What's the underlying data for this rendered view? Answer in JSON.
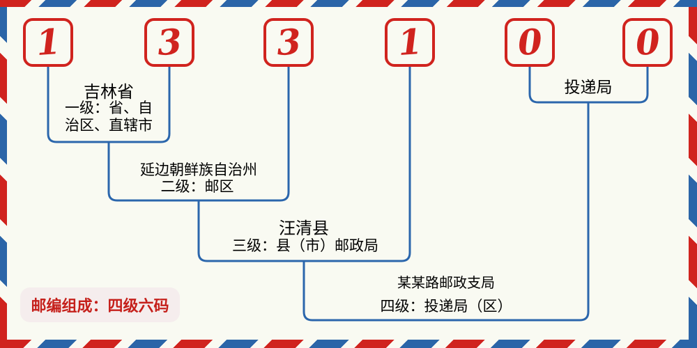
{
  "postal_code": {
    "value": "133100",
    "digits": [
      "1",
      "3",
      "3",
      "1",
      "0",
      "0"
    ]
  },
  "annotations": {
    "level1": {
      "region": "吉林省",
      "desc_lines": [
        "一级：省、自",
        "治区、直辖市"
      ],
      "description": "一级：省、自治区、直辖市"
    },
    "level2": {
      "region": "延边朝鲜族自治州",
      "description": "二级：邮区"
    },
    "level3": {
      "region": "汪清县",
      "description": "三级：县（市）邮政局"
    },
    "level4": {
      "region": "某某路邮政支局",
      "description": "四级：投递局（区）"
    },
    "delivery_office": {
      "label": "投递局"
    }
  },
  "footer_badge": {
    "text": "邮编组成：四级六码"
  },
  "colors": {
    "red": "#d0231e",
    "line_blue": "#2b66ac",
    "text_blue": "#17589c",
    "text_red": "#d02a24",
    "background": "#f9faf2",
    "badge_background": "#f5eded"
  }
}
